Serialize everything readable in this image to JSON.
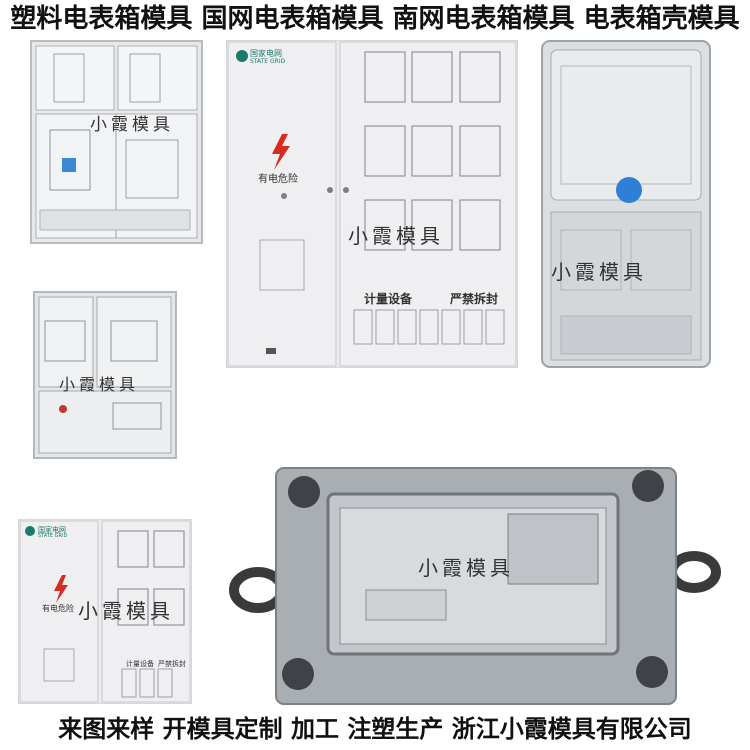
{
  "top_banner": "塑料电表箱模具 国网电表箱模具 南网电表箱模具 电表箱壳模具",
  "bottom_banner": "来图来样 开模具定制 加工 注塑生产 浙江小霞模具有限公司",
  "watermark": "小霞模具",
  "cabinet_large": {
    "logo_text": "国家电网",
    "logo_sub": "STATE GRID",
    "danger_label": "有电危险",
    "left_label": "计量设备",
    "right_label": "严禁拆封"
  },
  "cabinet_small": {
    "logo_text": "国家电网",
    "logo_sub": "STATE GRID",
    "danger_label": "有电危险",
    "left_label": "计量设备",
    "right_label": "严禁拆封"
  },
  "colors": {
    "panel": "#ececee",
    "panel_dark": "#c9c9cf",
    "lightning": "#d62b1f",
    "logo_green": "#1b7a6a",
    "mold_steel": "#a9aeb3",
    "blue_button": "#2e7fd6"
  }
}
